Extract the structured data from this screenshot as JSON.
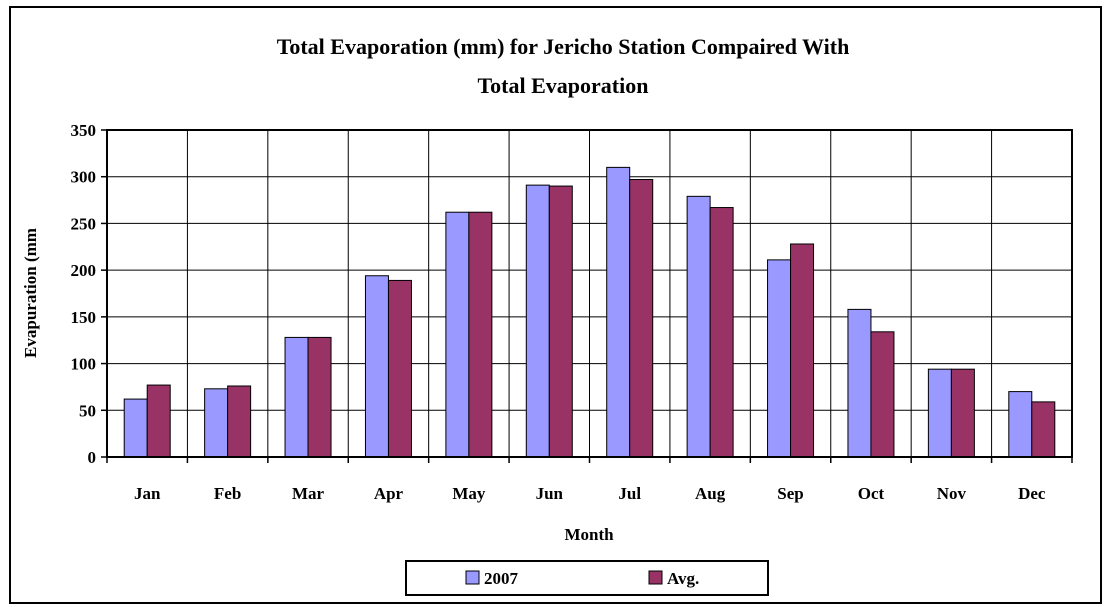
{
  "chart_data": {
    "type": "bar",
    "title_line1": "Total Evaporation (mm) for Jericho Station Compaired With",
    "title_line2": "Total Evaporation",
    "xlabel": "Month",
    "ylabel": "Evapuration (mm",
    "categories": [
      "Jan",
      "Feb",
      "Mar",
      "Apr",
      "May",
      "Jun",
      "Jul",
      "Aug",
      "Sep",
      "Oct",
      "Nov",
      "Dec"
    ],
    "series": [
      {
        "name": "2007",
        "color": "#9999ff",
        "values": [
          62,
          73,
          128,
          194,
          262,
          291,
          310,
          279,
          211,
          158,
          94,
          70
        ]
      },
      {
        "name": "Avg.",
        "color": "#993366",
        "values": [
          77,
          76,
          128,
          189,
          262,
          290,
          297,
          267,
          228,
          134,
          94,
          59
        ]
      }
    ],
    "ylim": [
      0,
      350
    ],
    "yticks": [
      0,
      50,
      100,
      150,
      200,
      250,
      300,
      350
    ],
    "grid": true,
    "legend_position": "bottom"
  }
}
